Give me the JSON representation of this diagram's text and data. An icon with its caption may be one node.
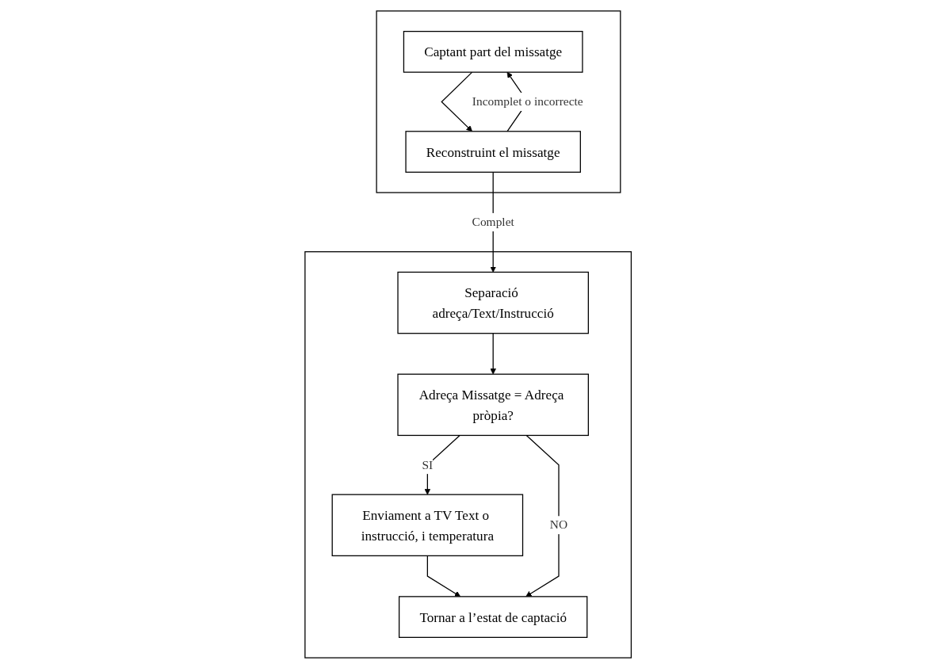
{
  "diagram": {
    "nodes": [
      {
        "text": [],
        "shape": "box"
      },
      {
        "text": [
          "Captant part del missatge"
        ],
        "in": 0
      },
      {
        "text": [
          "Reconstruint el missatge"
        ],
        "in": 0
      },
      {
        "text": [],
        "shape": "box"
      },
      {
        "text": [
          "Separació adreça/Text/Instrucció"
        ],
        "in": 3
      },
      {
        "text": [
          "Adreça Missatge = Adreça pròpia?"
        ],
        "in": 3
      },
      {
        "text": [
          "Enviament a TV Text o instrucció, i temperatura"
        ],
        "in": 3
      },
      {
        "text": [
          "Tornar a l’estat de captació"
        ],
        "in": 3
      }
    ],
    "edges": [
      {
        "from": 1,
        "to": 2,
        "arrow": "to"
      },
      {
        "from": 2,
        "to": 1,
        "arrow": "to",
        "label": "Incomplet o incorrecte"
      },
      {
        "from": 2,
        "to": 4,
        "arrow": "to",
        "label": "Complet"
      },
      {
        "from": 4,
        "to": 5,
        "arrow": "to"
      },
      {
        "from": 5,
        "to": 6,
        "arrow": "to",
        "label": "SI"
      },
      {
        "from": 6,
        "to": 7,
        "arrow": "to"
      },
      {
        "from": 5,
        "to": 7,
        "arrow": "to",
        "label": "NO"
      }
    ]
  }
}
